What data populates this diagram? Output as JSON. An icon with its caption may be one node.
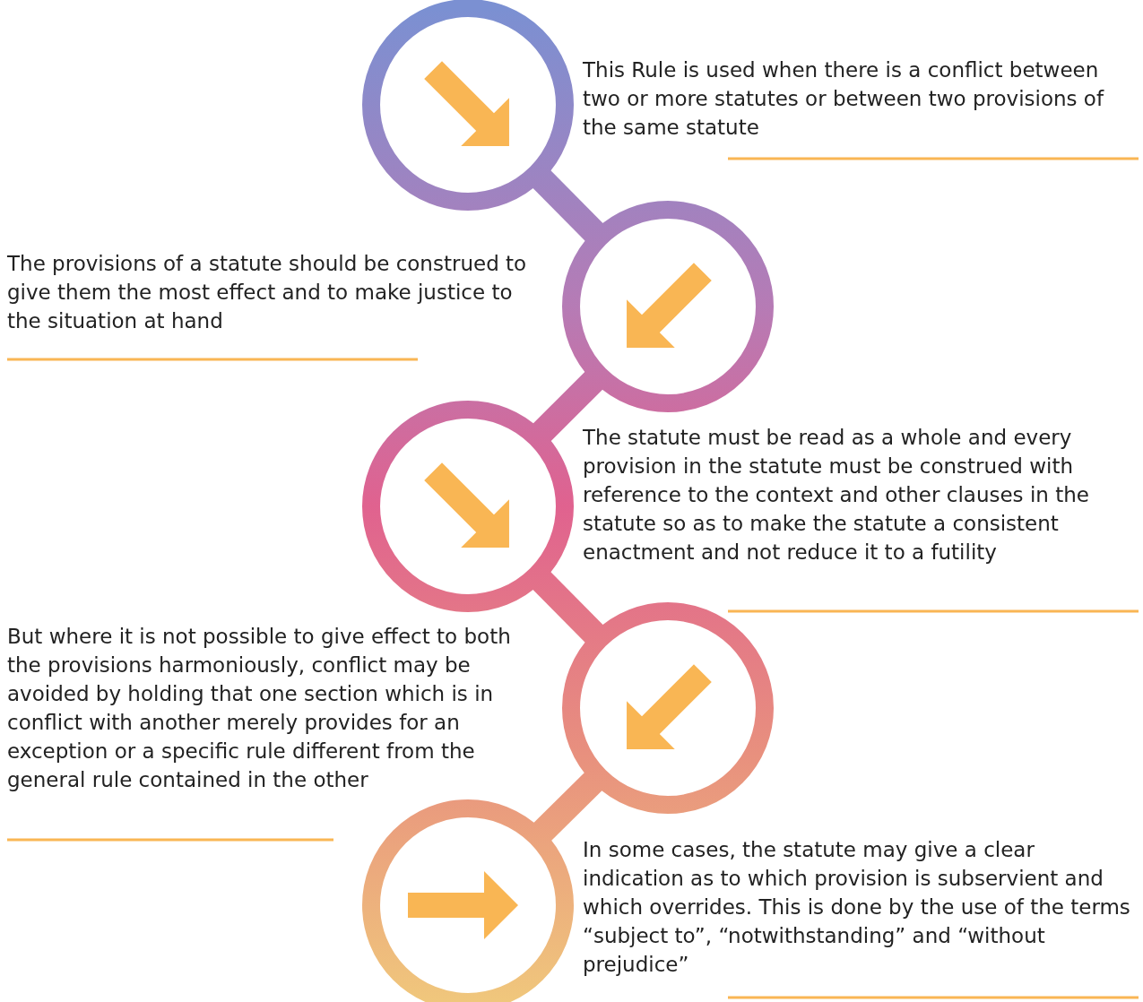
{
  "diagram": {
    "nodes": [
      {
        "text": [],
        "shape": "circle"
      },
      {
        "text": [],
        "shape": "circle"
      },
      {
        "text": [],
        "shape": "circle"
      },
      {
        "text": [],
        "shape": "circle"
      },
      {
        "text": [],
        "shape": "circle"
      }
    ],
    "edges": [
      {
        "from": 0,
        "to": 1,
        "arrow": "none",
        "style": "thick"
      },
      {
        "from": 1,
        "to": 2,
        "arrow": "none",
        "style": "thick"
      },
      {
        "from": 2,
        "to": 3,
        "arrow": "none",
        "style": "thick"
      },
      {
        "from": 3,
        "to": 4,
        "arrow": "none",
        "style": "thick"
      }
    ],
    "labels": [
      "This Rule is used when there is a conflict between two or more statutes or between two provisions of the same statute",
      "The provisions of a statute should be construed to give them the most effect and to make justice to the situation at hand",
      "The statute must be read as a whole and every provision in the statute must be construed with reference to the context and other clauses in the statute so as to make the statute a consistent enactment and not reduce it to a futility",
      "But where it is not possible to give effect to both the provisions harmoniously, conflict may be avoided by holding that one section which is in conflict with another merely provides for an exception or a specific rule different from the general rule contained in the other",
      "In some cases, the statute may give a clear indication as to which provision is subservient and which overrides. This is done by the use of the terms “subject to”, “notwithstanding” and “without prejudice”"
    ]
  }
}
